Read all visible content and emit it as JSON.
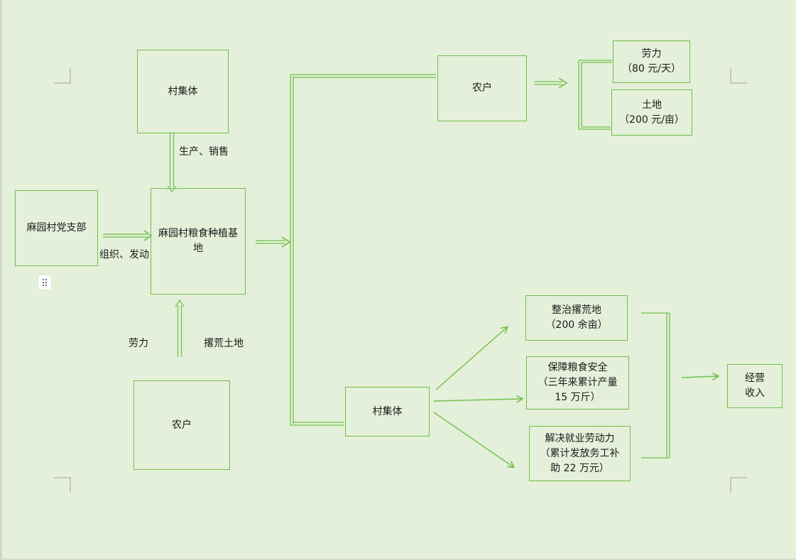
{
  "nodes": {
    "party_branch": "麻园村党支部",
    "village_collective_top": "村集体",
    "grain_base": "麻园村粮食种植基\n地",
    "farmers_bottom": "农户",
    "farmers_right": "农户",
    "labor_price": "劳力\n（80 元/天）",
    "land_price": "土地\n（200 元/亩）",
    "village_collective_bottom": "村集体",
    "land_reclaim": "整治撂荒地\n（200 余亩）",
    "food_security": "保障粮食安全\n（三年来累计产量\n15 万斤）",
    "employment": "解决就业劳动力\n（累计发放务工补\n助 22 万元）",
    "income": "经营\n收入"
  },
  "edge_labels": {
    "production_sales": "生产、销售",
    "organize_mobilize": "组织、发动",
    "labor": "劳力",
    "abandoned_land": "撂荒土地"
  },
  "colors": {
    "line": "#6fbf48",
    "background": "#e4f0da"
  },
  "icons": {
    "drag_handle": "drag-handle-icon"
  }
}
